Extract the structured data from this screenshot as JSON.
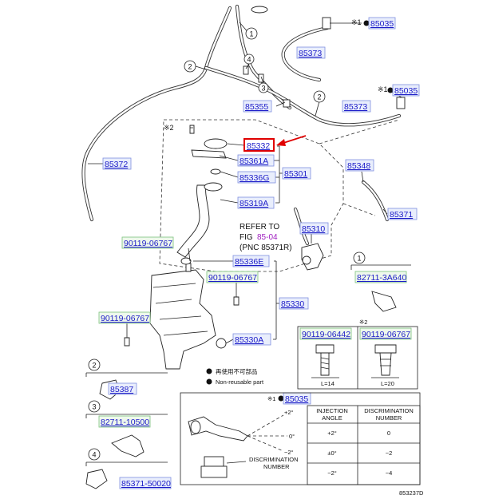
{
  "callouts": {
    "c1a": "1",
    "c2a": "2",
    "c4": "4",
    "c3": "3",
    "c2b": "2",
    "k1": "1",
    "k2": "2",
    "k3": "3",
    "k4": "4"
  },
  "marks": {
    "ast2": "※2",
    "ast1a": "※1",
    "ast1b": "※1",
    "ast1c": "※1",
    "ast2b": "※2"
  },
  "parts": {
    "p85035a": "85035",
    "p85373a": "85373",
    "p85035b": "85035",
    "p85355": "85355",
    "p85373b": "85373",
    "p85332": "85332",
    "p85372": "85372",
    "p85361A": "85361A",
    "p85301": "85301",
    "p85348": "85348",
    "p85336G": "85336G",
    "p85319A": "85319A",
    "p85371": "85371",
    "p90119_06767a": "90119-06767",
    "p85310": "85310",
    "p85336E": "85336E",
    "p90119_06767b": "90119-06767",
    "p82711_3A640": "82711-3A640",
    "p85330": "85330",
    "p90119_06767c": "90119-06767",
    "p85330A": "85330A",
    "p90119_06442": "90119-06442",
    "p90119_06767d": "90119-06767",
    "p85387": "85387",
    "p82711_10500": "82711-10500",
    "p85035c": "85035",
    "p85371_50020": "85371-50020"
  },
  "refer": {
    "line1": "REFER TO",
    "line2a": "FIG ",
    "line2b": "85-04",
    "line3": "(PNC 85371R)"
  },
  "legend": {
    "non_reusable_jp": "再使用不可部品",
    "non_reusable_en": "Non-reusable part"
  },
  "fasteners": {
    "l14": "L=14",
    "l20": "L=20"
  },
  "nozzle_table": {
    "header_angle": [
      "INJECTION",
      "ANGLE"
    ],
    "header_disc": [
      "DISCRIMINATION",
      "NUMBER"
    ],
    "rows": [
      {
        "angle": "+2°",
        "number": "0"
      },
      {
        "angle": "±0°",
        "number": "−2"
      },
      {
        "angle": "−2°",
        "number": "−4"
      }
    ],
    "angle_plus": "+2°",
    "angle_zero": "0°",
    "angle_minus": "−2°",
    "disc_label": [
      "DISCRIMINATION",
      "NUMBER"
    ]
  },
  "figure_code": "853237D",
  "colors": {
    "part_link": "#1c1cc8",
    "box_blue": "#e9eefc",
    "box_green": "#eef8ec",
    "highlight": "#e00000",
    "ref_link": "#a020c0"
  }
}
